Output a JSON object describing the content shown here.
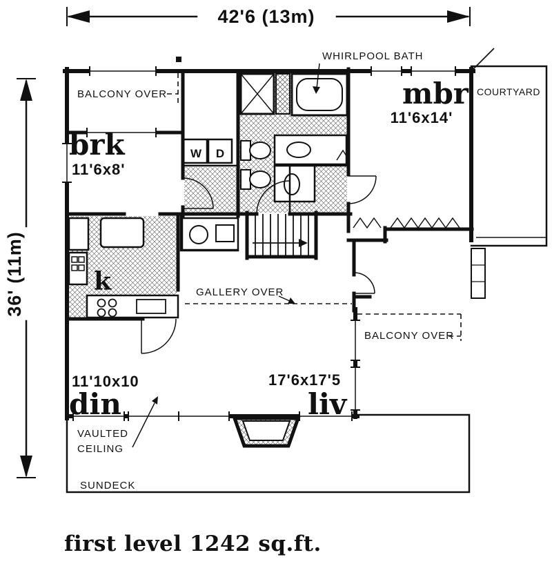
{
  "caption": "first level 1242 sq.ft.",
  "colors": {
    "ink": "#111111",
    "paper": "#ffffff"
  },
  "dimensions": {
    "width_label": "42'6 (13m)",
    "height_label": "36' (11m)"
  },
  "rooms": {
    "brk": {
      "name": "brk",
      "size": "11'6x8'"
    },
    "mbr": {
      "name": "mbr",
      "size": "11'6x14'"
    },
    "kitchen": {
      "name": "k"
    },
    "din": {
      "name": "din",
      "size": "11'10x10"
    },
    "liv": {
      "name": "liv",
      "size": "17'6x17'5"
    }
  },
  "labels": {
    "whirlpool_bath": "WHIRLPOOL BATH",
    "courtyard": "COURTYARD",
    "balcony_over_top": "BALCONY OVER",
    "balcony_over_right": "BALCONY OVER",
    "gallery_over": "GALLERY OVER",
    "vaulted_line1": "VAULTED",
    "vaulted_line2": "CEILING",
    "sundeck": "SUNDECK",
    "washer": "W",
    "dryer": "D"
  }
}
